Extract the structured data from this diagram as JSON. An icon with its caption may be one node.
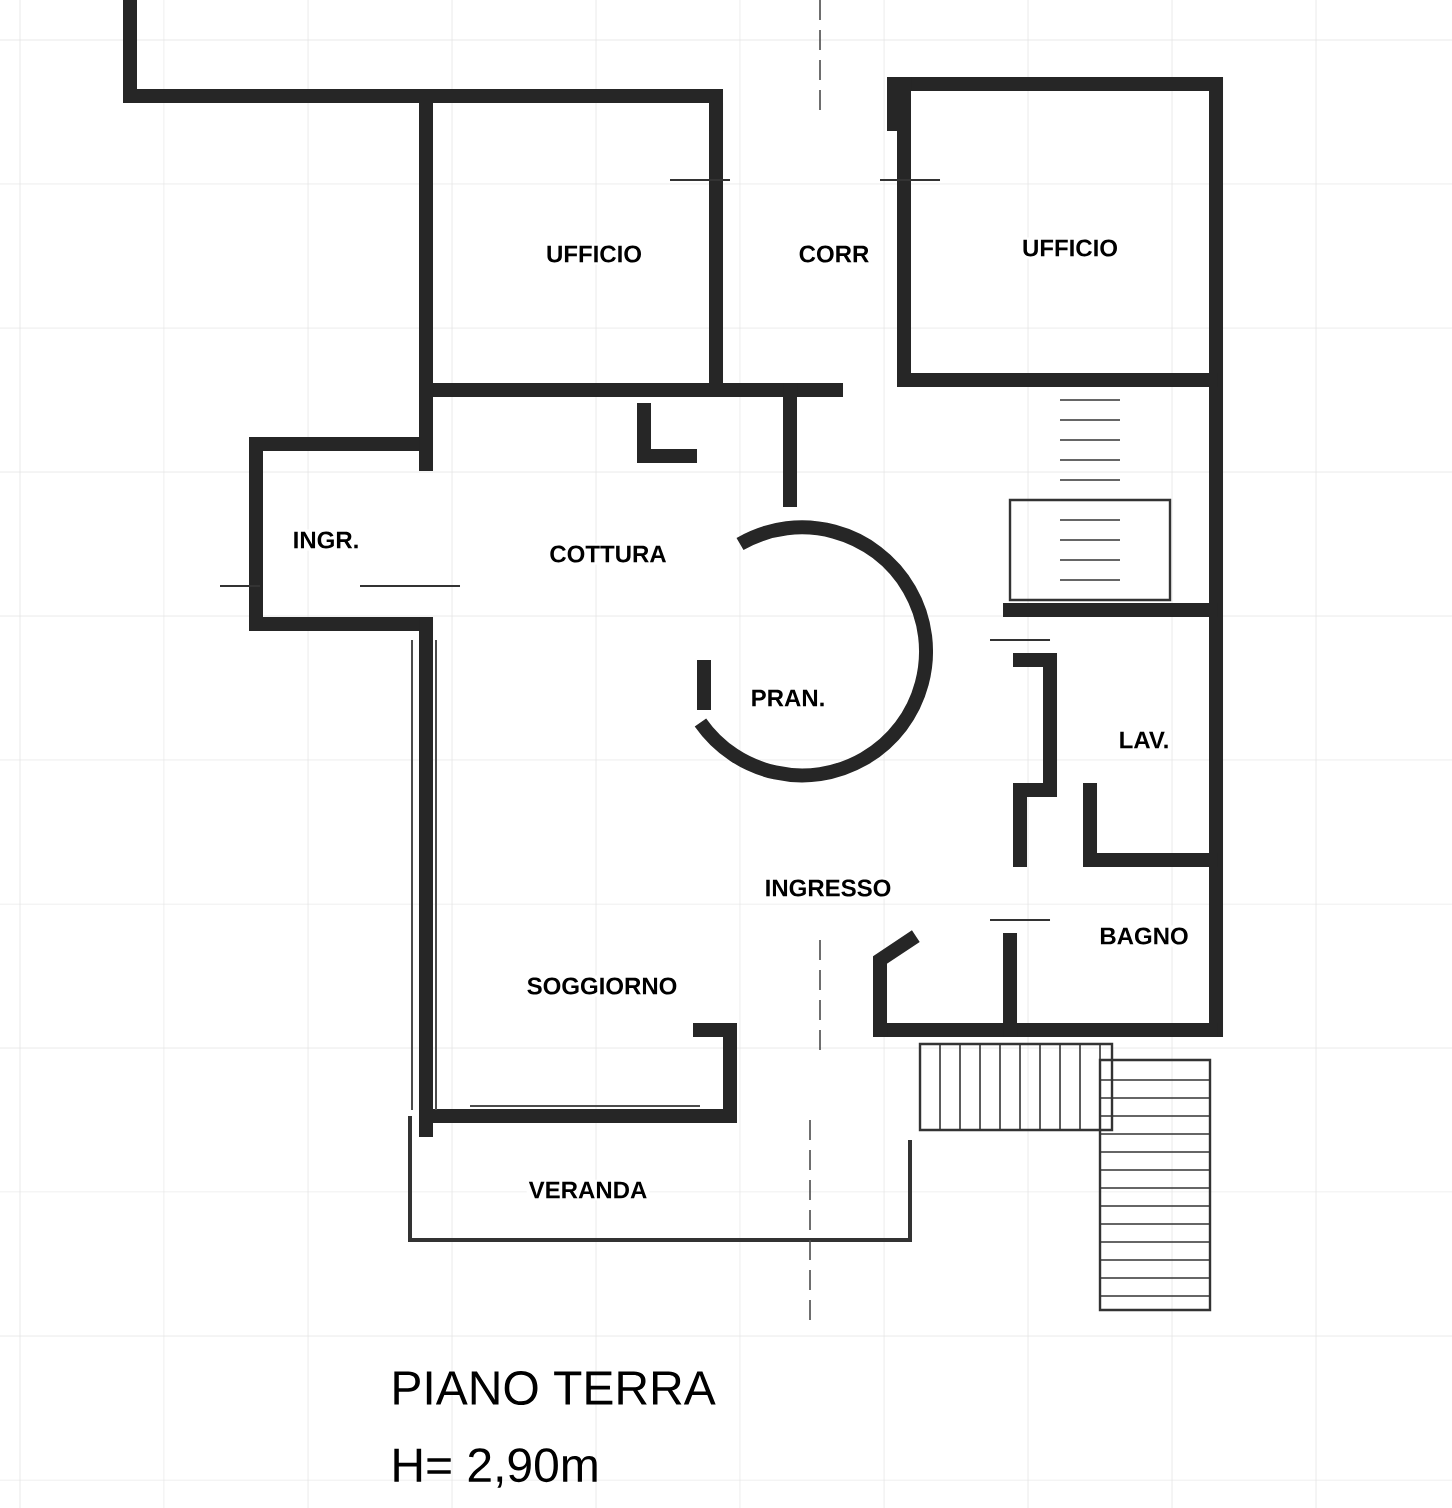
{
  "diagram": {
    "title": "PIANO TERRA",
    "caption": "H= 2,90m",
    "labels": [
      "UFFICIO",
      "CORR",
      "UFFICIO",
      "INGR.",
      "COTTURA",
      "PRAN.",
      "LAV.",
      "INGRESSO",
      "BAGNO",
      "SOGGIORNO",
      "VERANDA"
    ]
  }
}
